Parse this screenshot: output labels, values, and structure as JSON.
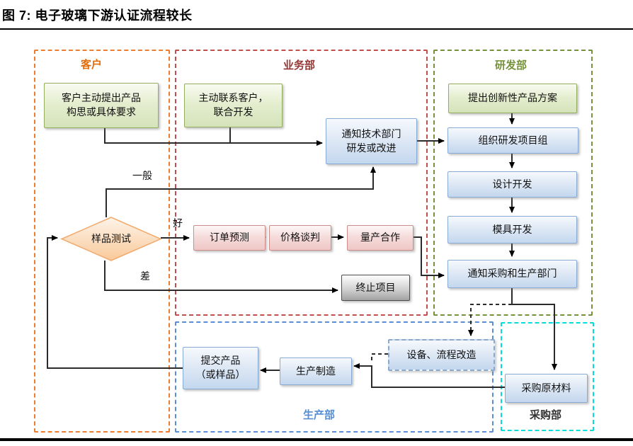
{
  "figure": {
    "title": "图 7: 电子玻璃下游认证流程较长"
  },
  "lanes": {
    "customer": {
      "label": "客户",
      "border_color": "#ed7d31",
      "label_color": "#e36c0a"
    },
    "business": {
      "label": "业务部",
      "border_color": "#c0504d",
      "label_color": "#943634"
    },
    "rnd": {
      "label": "研发部",
      "border_color": "#76923c",
      "label_color": "#76923c"
    },
    "production": {
      "label": "生产部",
      "border_color": "#5b8fd5",
      "label_color": "#558ed5"
    },
    "purchasing": {
      "label": "采购部",
      "border_color": "#00dede",
      "label_color": "#333333"
    }
  },
  "nodes": {
    "customer_request": {
      "line1": "客户主动提出产品",
      "line2": "构思或具体要求",
      "style": "green"
    },
    "proactive_contact": {
      "line1": "主动联系客户，",
      "line2": "联合开发",
      "style": "green"
    },
    "notify_tech": {
      "line1": "通知技术部门",
      "line2": "研发或改进",
      "style": "blue"
    },
    "innovative_proposal": {
      "label": "提出创新性产品方案",
      "style": "green"
    },
    "organize_team": {
      "label": "组织研发项目组",
      "style": "blue"
    },
    "design_dev": {
      "label": "设计开发",
      "style": "blue"
    },
    "mold_dev": {
      "label": "模具开发",
      "style": "blue"
    },
    "notify_purchase_prod": {
      "label": "通知采购和生产部门",
      "style": "blue"
    },
    "sample_test": {
      "label": "样品测试",
      "style": "diamond-peach"
    },
    "order_forecast": {
      "label": "订单预测",
      "style": "pink"
    },
    "price_negotiation": {
      "label": "价格谈判",
      "style": "pink"
    },
    "mass_production": {
      "label": "量产合作",
      "style": "pink"
    },
    "terminate_project": {
      "label": "终止项目",
      "style": "gray"
    },
    "equipment_process": {
      "label": "设备、流程改造",
      "style": "blue-dashed"
    },
    "purchase_materials": {
      "label": "采购原材料",
      "style": "blue"
    },
    "manufacturing": {
      "label": "生产制造",
      "style": "blue"
    },
    "submit_product": {
      "line1": "提交产品",
      "line2": "（或样品）",
      "style": "blue"
    }
  },
  "edge_labels": {
    "average": "一般",
    "good": "好",
    "bad": "差"
  },
  "node_palette": {
    "green_fill": "#d5e3ba",
    "blue_fill": "#c3d7ee",
    "pink_fill": "#eec7c5",
    "gray_fill": "#a2a2a2",
    "diamond_fill": "#f9c999",
    "connector_color": "#2b2b2b"
  }
}
